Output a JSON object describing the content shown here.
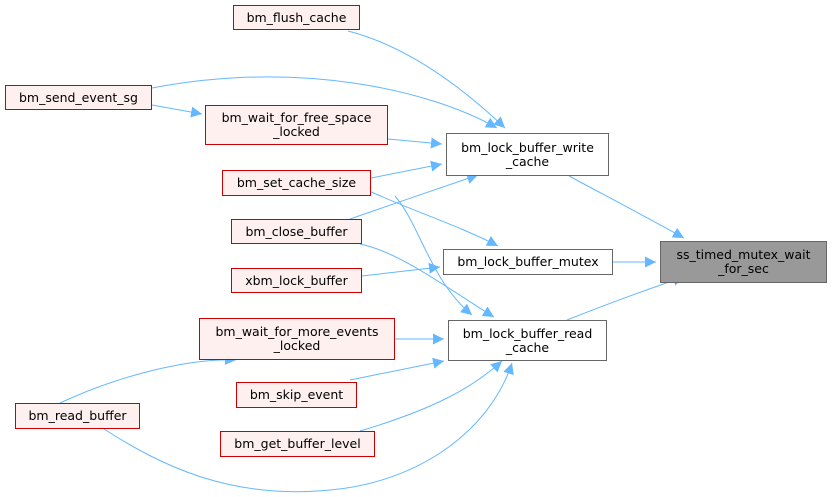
{
  "graph": {
    "colors": {
      "edge": "#63b8ff"
    },
    "nodes": {
      "bm_flush_cache": "bm_flush_cache",
      "bm_send_event_sg": "bm_send_event_sg",
      "bm_wait_for_free_space_locked": "bm_wait_for_free_space\n_locked",
      "bm_set_cache_size": "bm_set_cache_size",
      "bm_close_buffer": "bm_close_buffer",
      "xbm_lock_buffer": "xbm_lock_buffer",
      "bm_wait_for_more_events_locked": "bm_wait_for_more_events\n_locked",
      "bm_skip_event": "bm_skip_event",
      "bm_read_buffer": "bm_read_buffer",
      "bm_get_buffer_level": "bm_get_buffer_level",
      "bm_lock_buffer_write_cache": "bm_lock_buffer_write\n_cache",
      "bm_lock_buffer_mutex": "bm_lock_buffer_mutex",
      "bm_lock_buffer_read_cache": "bm_lock_buffer_read\n_cache",
      "ss_timed_mutex_wait_for_sec": "ss_timed_mutex_wait\n_for_sec"
    }
  }
}
